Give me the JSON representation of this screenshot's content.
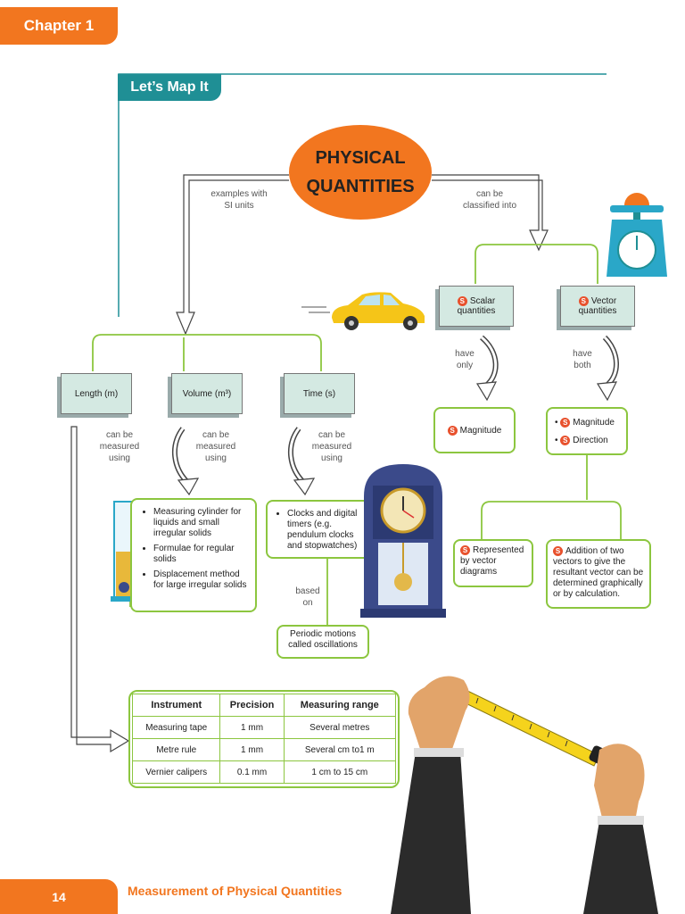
{
  "header": {
    "chapter": "Chapter 1",
    "map_title": "Let’s Map It"
  },
  "main": {
    "title_line1": "PHYSICAL",
    "title_line2": "QUANTITIES"
  },
  "left_branch": {
    "label": "examples with\nSI units"
  },
  "right_branch": {
    "label": "can be\nclassified into"
  },
  "si_units": {
    "length": "Length (m)",
    "volume": "Volume (m³)",
    "time": "Time (s)",
    "measured_using": "can be\nmeasured\nusing"
  },
  "volume_methods": [
    "Measuring cylinder for liquids and small irregular solids",
    "Formulae for regular solids",
    "Displacement method for large irregular solids"
  ],
  "time_methods": [
    "Clocks and digital timers (e.g. pendulum clocks and stopwatches)"
  ],
  "based_on": "based\non",
  "oscillations": "Periodic motions called oscillations",
  "scalar": {
    "label": "Scalar quantities",
    "relation": "have\nonly",
    "property": "Magnitude"
  },
  "vector": {
    "label": "Vector quantities",
    "relation": "have\nboth",
    "properties": [
      "Magnitude",
      "Direction"
    ],
    "representation": "Represented by vector diagrams",
    "addition": "Addition of two vectors to give the resultant vector can be determined graphically or by calculation."
  },
  "s_icon": "S",
  "table": {
    "headers": [
      "Instrument",
      "Precision",
      "Measuring range"
    ],
    "rows": [
      [
        "Measuring tape",
        "1 mm",
        "Several metres"
      ],
      [
        "Metre rule",
        "1 mm",
        "Several cm to1 m"
      ],
      [
        "Vernier calipers",
        "0.1 mm",
        "1 cm to 15 cm"
      ]
    ]
  },
  "footer": {
    "page": "14",
    "title": "Measurement of Physical Quantities"
  },
  "colors": {
    "orange": "#f2761f",
    "teal": "#1f8f95",
    "green": "#8cc63f",
    "box": "#d4e9e2"
  },
  "icons": [
    "weighing-scale-icon",
    "car-icon",
    "measuring-cylinder-icon",
    "pendulum-clock-icon",
    "measuring-tape-icon"
  ]
}
